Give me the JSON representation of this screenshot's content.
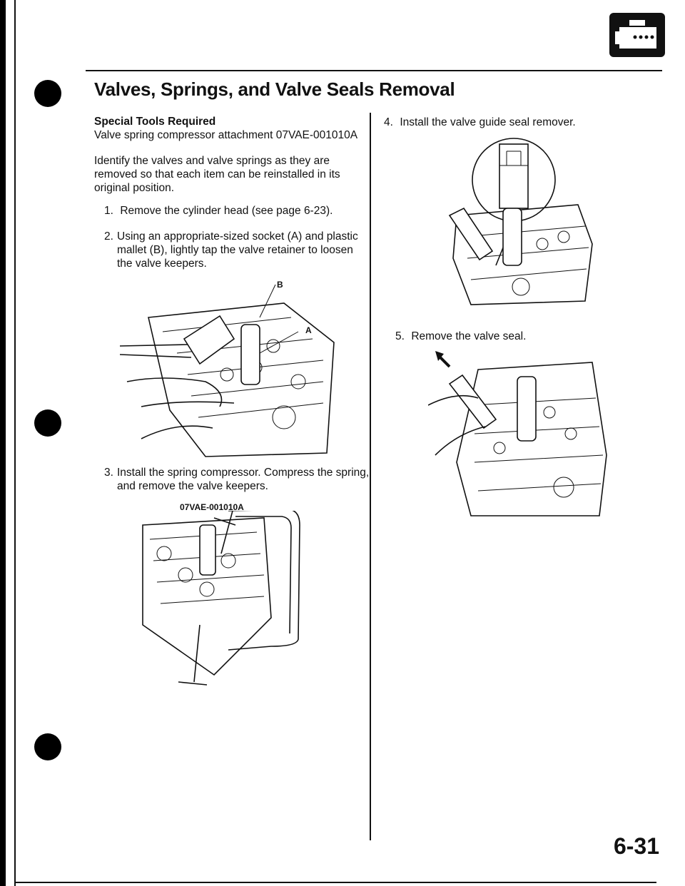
{
  "header": {
    "title": "Valves, Springs, and Valve Seals Removal"
  },
  "left": {
    "tools_heading": "Special Tools Required",
    "tools_line": "Valve spring compressor attachment 07VAE-001010A",
    "intro": [
      "Identify the valves and valve springs as they are",
      "removed so that each item can be reinstalled in its",
      "original position."
    ],
    "steps": [
      {
        "num": "1.",
        "lines": [
          "Remove the cylinder head (see page 6-23)."
        ]
      },
      {
        "num": "2.",
        "lines": [
          "Using an appropriate-sized socket (A) and plastic",
          "mallet (B), lightly tap the valve retainer to loosen",
          "the valve keepers."
        ]
      },
      {
        "num": "3.",
        "lines": [
          "Install the spring compressor. Compress the spring,",
          "and remove the valve keepers."
        ]
      }
    ],
    "fig1_labels": {
      "b": "B",
      "a": "A"
    },
    "fig2_label": "07VAE-001010A"
  },
  "right": {
    "steps": [
      {
        "num": "4.",
        "lines": [
          "Install the valve guide seal remover."
        ]
      },
      {
        "num": "5.",
        "lines": [
          "Remove the valve seal."
        ]
      }
    ]
  },
  "footer": {
    "page_number": "6-31"
  }
}
